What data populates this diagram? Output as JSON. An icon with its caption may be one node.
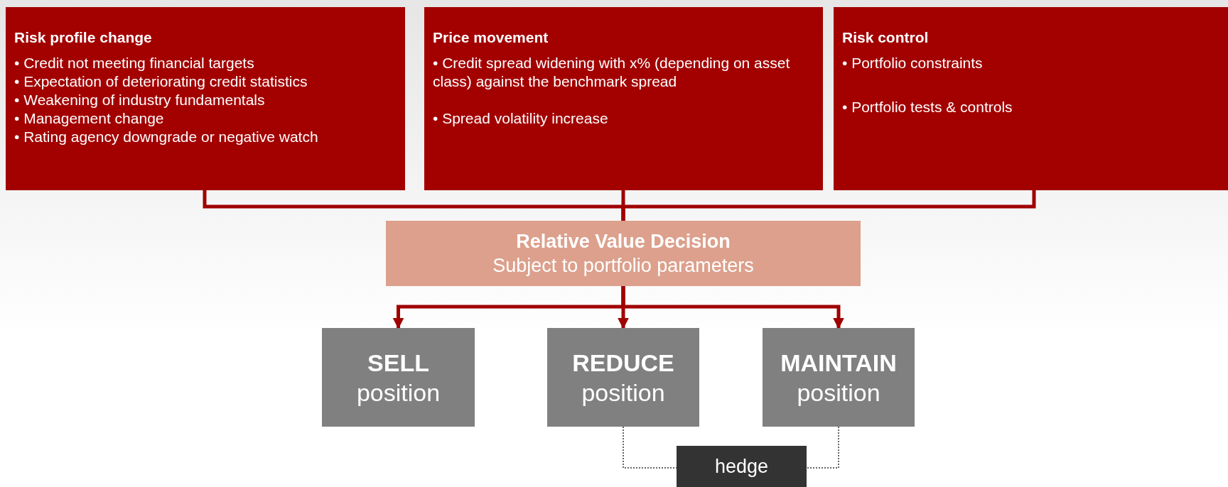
{
  "diagram": {
    "nodes": [
      {
        "text": [
          "Risk profile change",
          "• Credit not meeting financial targets",
          "• Expectation of deteriorating credit statistics",
          "• Weakening of industry fundamentals",
          "• Management change",
          "• Rating agency downgrade or negative watch"
        ]
      },
      {
        "text": [
          "Price movement",
          "• Credit spread widening with x% (depending on asset class) against the benchmark spread",
          "• Spread volatility increase"
        ]
      },
      {
        "text": [
          "Risk control",
          "• Portfolio constraints",
          "• Portfolio tests & controls"
        ]
      },
      {
        "text": [
          "Relative Value Decision",
          "Subject to portfolio parameters"
        ]
      },
      {
        "text": [
          "SELL",
          "position"
        ]
      },
      {
        "text": [
          "REDUCE",
          "position"
        ]
      },
      {
        "text": [
          "MAINTAIN",
          "position"
        ]
      },
      {
        "text": [
          "hedge"
        ]
      }
    ],
    "edges": [
      {
        "from": 0,
        "to": 3,
        "arrow": "none"
      },
      {
        "from": 1,
        "to": 3,
        "arrow": "none"
      },
      {
        "from": 2,
        "to": 3,
        "arrow": "none"
      },
      {
        "from": 3,
        "to": 4,
        "arrow": "to"
      },
      {
        "from": 3,
        "to": 5,
        "arrow": "to"
      },
      {
        "from": 3,
        "to": 6,
        "arrow": "to"
      },
      {
        "from": 5,
        "to": 7,
        "arrow": "none",
        "style": "dashed",
        "color": "#333333"
      },
      {
        "from": 6,
        "to": 7,
        "arrow": "none",
        "style": "dashed",
        "color": "#333333"
      }
    ]
  }
}
